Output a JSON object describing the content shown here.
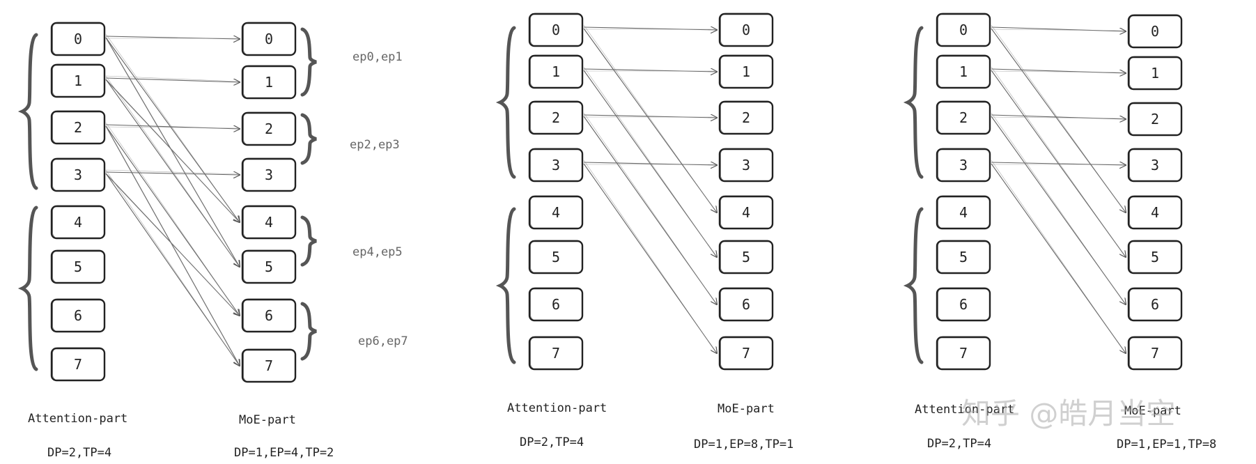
{
  "accent": "#222222",
  "brace_color": "#555555",
  "panels": [
    {
      "boxes": [
        "0",
        "1",
        "2",
        "3",
        "4",
        "5",
        "6",
        "7"
      ],
      "attention_label": "Attention-part",
      "moe_label": "MoE-part",
      "attention_config": "DP=2,TP=4",
      "moe_config": "DP=1,EP=4,TP=2",
      "ep_groups": [
        "ep0,ep1",
        "ep2,ep3",
        "ep4,ep5",
        "ep6,ep7"
      ],
      "connections": [
        [
          0,
          0
        ],
        [
          0,
          4
        ],
        [
          0,
          5
        ],
        [
          1,
          1
        ],
        [
          1,
          4
        ],
        [
          1,
          5
        ],
        [
          2,
          2
        ],
        [
          2,
          6
        ],
        [
          2,
          7
        ],
        [
          3,
          3
        ],
        [
          3,
          6
        ],
        [
          3,
          7
        ]
      ]
    },
    {
      "boxes": [
        "0",
        "1",
        "2",
        "3",
        "4",
        "5",
        "6",
        "7"
      ],
      "attention_label": "Attention-part",
      "moe_label": "MoE-part",
      "attention_config": "DP=2,TP=4",
      "moe_config": "DP=1,EP=8,TP=1",
      "ep_groups": [],
      "connections": [
        [
          0,
          0
        ],
        [
          0,
          4
        ],
        [
          1,
          1
        ],
        [
          1,
          5
        ],
        [
          2,
          2
        ],
        [
          2,
          6
        ],
        [
          3,
          3
        ],
        [
          3,
          7
        ]
      ]
    },
    {
      "boxes": [
        "0",
        "1",
        "2",
        "3",
        "4",
        "5",
        "6",
        "7"
      ],
      "attention_label": "Attention-part",
      "moe_label": "MoE-part",
      "attention_config": "DP=2,TP=4",
      "moe_config": "DP=1,EP=1,TP=8",
      "ep_groups": [],
      "connections": [
        [
          0,
          0
        ],
        [
          0,
          4
        ],
        [
          1,
          1
        ],
        [
          1,
          5
        ],
        [
          2,
          2
        ],
        [
          2,
          6
        ],
        [
          3,
          3
        ],
        [
          3,
          7
        ]
      ]
    }
  ],
  "watermark": "知乎 @皓月当空"
}
